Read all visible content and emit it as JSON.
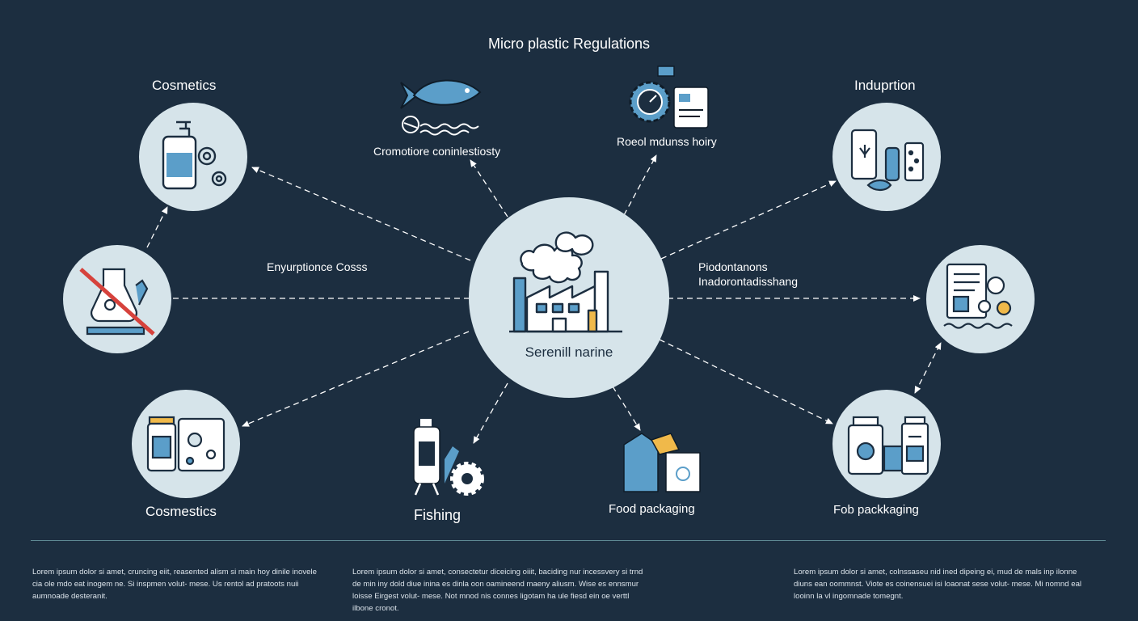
{
  "title": "Micro plastic Regulations",
  "center": {
    "label": "Serenill narine"
  },
  "nodes": {
    "cosmetics_top": "Cosmetics",
    "induprtion": "Induprtion",
    "cosmetics_bottom": "Cosmestics",
    "fishing": "Fishing",
    "food_packaging": "Food packaging",
    "fob_packkaging": "Fob packkaging",
    "cromotiore": "Cromotiore coninlestiosty",
    "roeol": "Roeol mdunss hoiry"
  },
  "edge_labels": {
    "left": "Enyurptionce Cosss",
    "right_1": "Piodontanons",
    "right_2": "Inadorontadisshang"
  },
  "footer": {
    "col1": "Lorem ipsum dolor si amet, cruncing eiit, reasented alism si main hoy dinile inovele cia ole mdo eat inogem ne. Si inspmen volut- mese. Us rentol ad pratoots nuii aumnoade desteranit.",
    "col2": "Lorem ipsum dolor si amet, consectetur diceicing oiiit, baciding nur incessvery si trnd de min iny dold diue inina es dinla oon oamineend maeny aliusm. Wise es ennsmur loisse Eirgest volut- mese. Not mnod nis connes ligotam ha ule fiesd ein oe verttl ilbone cronot.",
    "col3": "Lorem ipsum dolor si amet, colnssaseu nid ined dipeing ei, mud de mals inp ilonne diuns ean oommnst. Viote es coinensuei isi loaonat sese volut- mese. Mi nomnd eal looinn la vl ingomnade tomegnt."
  },
  "colors": {
    "background": "#1c2e40",
    "node_fill": "#d6e4ea",
    "accent_blue": "#5b9ec9",
    "accent_orange": "#f0b94a",
    "accent_red": "#d6423c",
    "ink": "#1c2e40"
  }
}
